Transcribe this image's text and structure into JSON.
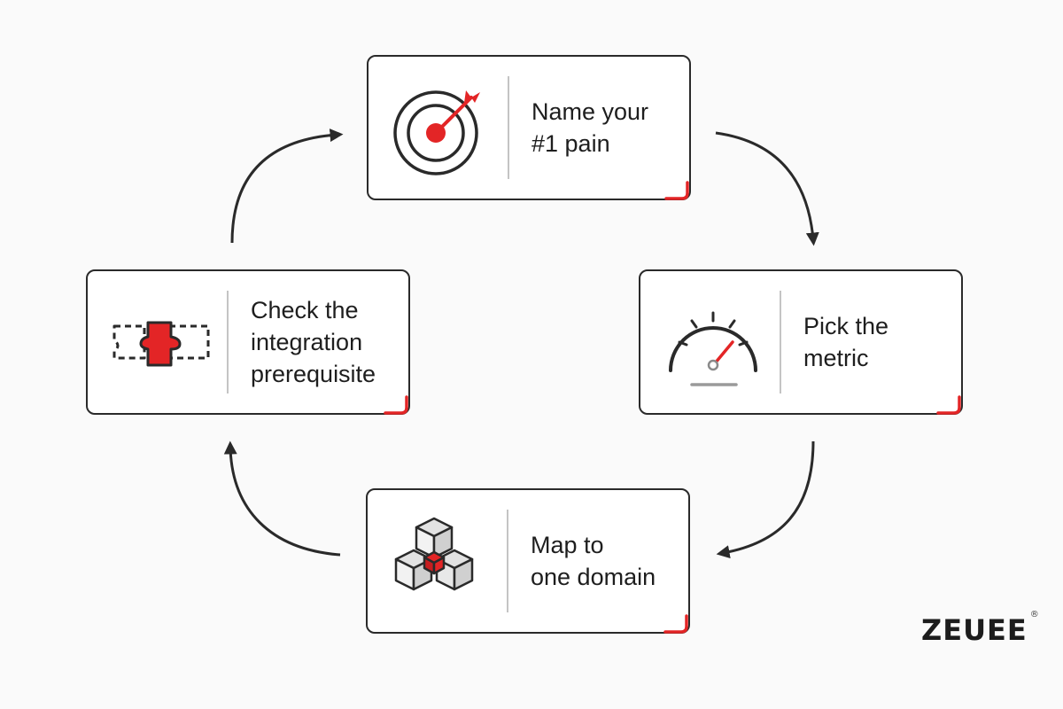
{
  "steps": [
    {
      "id": 1,
      "line1": "Name your",
      "line2": "#1 pain",
      "icon": "target-icon"
    },
    {
      "id": 2,
      "line1": "Pick the",
      "line2": "metric",
      "icon": "gauge-icon"
    },
    {
      "id": 3,
      "line1": "Map to",
      "line2": "one domain",
      "icon": "cubes-icon"
    },
    {
      "id": 4,
      "line1": "Check the",
      "line2": "integration",
      "line3": "prerequisite",
      "icon": "puzzle-icon"
    }
  ],
  "logo": {
    "text": "ZEUEE",
    "mark": "®"
  },
  "colors": {
    "accent": "#e32526",
    "stroke": "#2a2a2a",
    "divider": "#c4c4c4",
    "background": "#fafafa"
  }
}
